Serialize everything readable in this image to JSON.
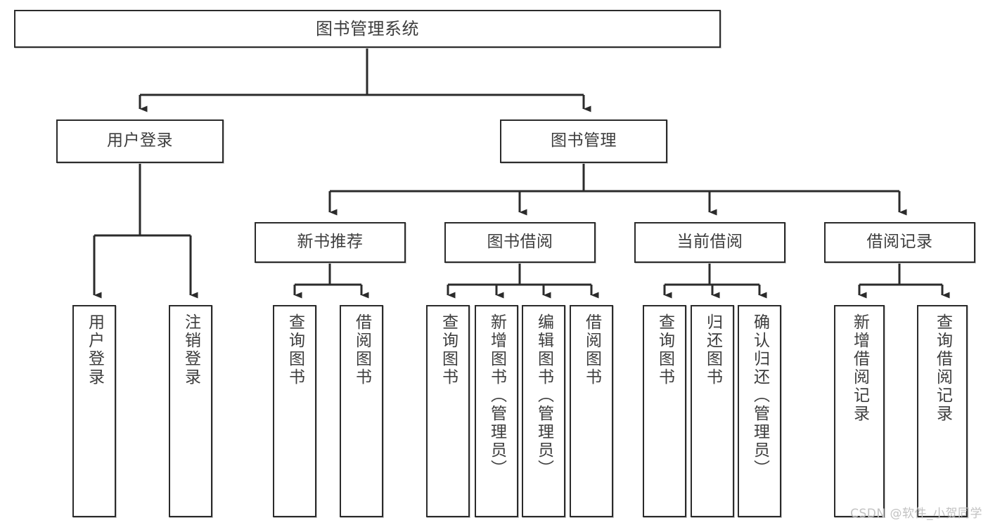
{
  "diagram": {
    "title": "图书管理系统",
    "watermark": "CSDN @软件_小贺同学",
    "colors": {
      "box_border": "#2b2b2b",
      "box_fill": "#ffffff",
      "connector": "#2b2b2b",
      "text": "#3d3d3d",
      "watermark": "#c2c2c2",
      "background": "#ffffff"
    },
    "nodes": {
      "root": {
        "label": "图书管理系统"
      },
      "level2": [
        {
          "label": "用户登录"
        },
        {
          "label": "图书管理"
        }
      ],
      "level3": [
        {
          "label": "新书推荐"
        },
        {
          "label": "图书借阅"
        },
        {
          "label": "当前借阅"
        },
        {
          "label": "借阅记录"
        }
      ],
      "leaves": {
        "user_login": [
          {
            "label": "用户登录"
          },
          {
            "label": "注销登录"
          }
        ],
        "new_book_recommend": [
          {
            "label": "查询图书"
          },
          {
            "label": "借阅图书"
          }
        ],
        "book_borrow": [
          {
            "label": "查询图书"
          },
          {
            "label": "新增图书（管理员）"
          },
          {
            "label": "编辑图书（管理员）"
          },
          {
            "label": "借阅图书"
          }
        ],
        "current_borrow": [
          {
            "label": "查询图书"
          },
          {
            "label": "归还图书"
          },
          {
            "label": "确认归还（管理员）"
          }
        ],
        "borrow_record": [
          {
            "label": "新增借阅记录"
          },
          {
            "label": "查询借阅记录"
          }
        ]
      }
    }
  }
}
